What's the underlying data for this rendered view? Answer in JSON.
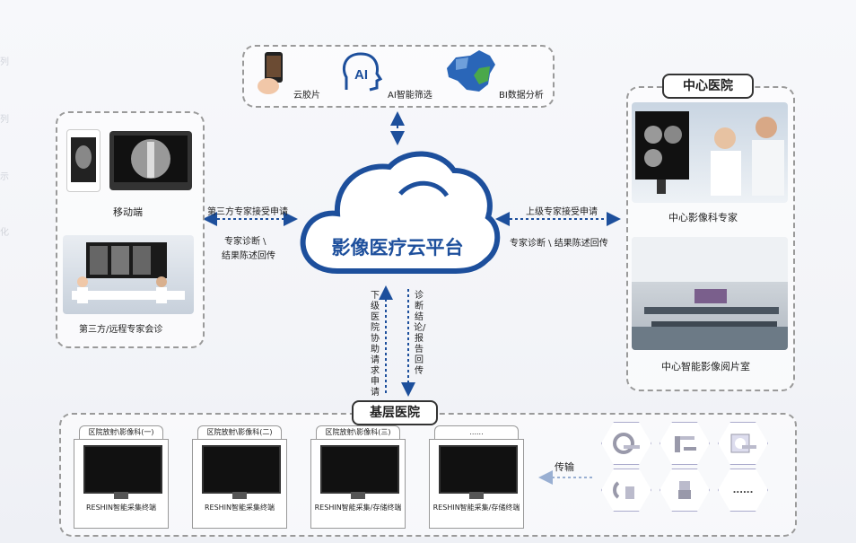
{
  "center_title": "影像医疗云平台",
  "top_box": {
    "items": [
      {
        "label": "云胶片",
        "icon": "phone-film-icon"
      },
      {
        "label": "AI智能筛选",
        "icon": "ai-head-icon"
      },
      {
        "label": "BI数据分析",
        "icon": "china-map-icon"
      }
    ]
  },
  "left_box": {
    "mobile_label": "移动端",
    "consult_label": "第三方/远程专家会诊"
  },
  "left_arrows": {
    "top": "第三方专家接受申请",
    "bottom_line1": "专家诊断 \\",
    "bottom_line2": "结果陈述回传"
  },
  "right_box": {
    "title": "中心医院",
    "expert_label": "中心影像科专家",
    "room_label": "中心智能影像阅片室"
  },
  "right_arrows": {
    "top": "上级专家接受申请",
    "bottom": "专家诊断 \\ 结果陈述回传"
  },
  "vertical_arrows": {
    "left": "下级医院协助请求申请",
    "right": "诊断结论/报告回传"
  },
  "bottom_box": {
    "title": "基层医院",
    "transmit_label": "传输",
    "terminals": [
      {
        "tab": "区院放射\\影像科(一)",
        "caption": "RESHIN智能采集终端"
      },
      {
        "tab": "区院放射\\影像科(二)",
        "caption": "RESHIN智能采集终端"
      },
      {
        "tab": "区院放射\\影像科(三)",
        "caption": "RESHIN智能采集/存储终端"
      },
      {
        "tab": "......",
        "caption": "RESHIN智能采集/存储终端"
      }
    ],
    "devices": [
      "ct-scanner-icon",
      "dr-xray-icon",
      "mri-icon",
      "c-arm-icon",
      "ultrasound-icon",
      "more-icon"
    ],
    "more_text": "......"
  },
  "ghost_text": [
    "列",
    "列",
    "示",
    "化"
  ],
  "colors": {
    "accent": "#1d4f9c",
    "arrow": "#1d4f9c"
  }
}
